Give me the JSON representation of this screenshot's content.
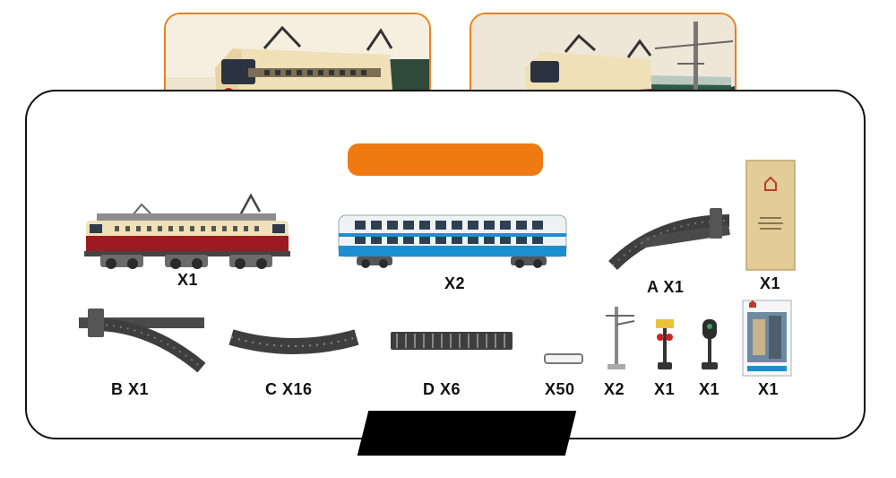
{
  "components": [
    {
      "id": "locomotive",
      "qty": "X1"
    },
    {
      "id": "passenger-car",
      "qty": "X2"
    },
    {
      "id": "switch-track-a",
      "qty": "A  X1"
    },
    {
      "id": "manual-booklet",
      "qty": "X1"
    },
    {
      "id": "switch-track-b",
      "qty": "B  X1"
    },
    {
      "id": "curved-track-c",
      "qty": "C  X16"
    },
    {
      "id": "straight-track-d",
      "qty": "D  X6"
    },
    {
      "id": "track-connector",
      "qty": "X50"
    },
    {
      "id": "catenary-pole",
      "qty": "X2"
    },
    {
      "id": "crossing-signal",
      "qty": "X1"
    },
    {
      "id": "traffic-signal",
      "qty": "X1"
    },
    {
      "id": "sticker-card",
      "qty": "X1"
    }
  ],
  "colors": {
    "accent": "#ee7a11",
    "frame": "#111111",
    "loco_red": "#9c1b22",
    "loco_cream": "#efe0b8",
    "car_blue": "#1b8fd0"
  }
}
